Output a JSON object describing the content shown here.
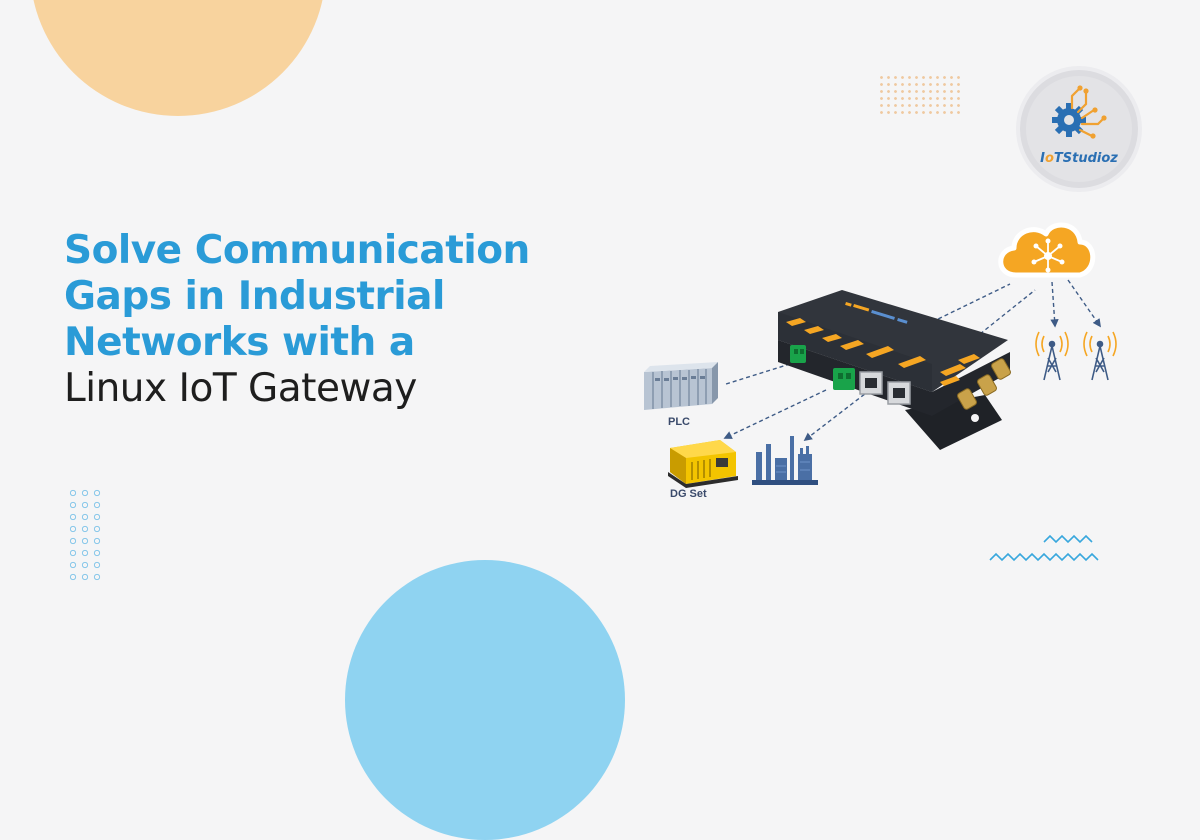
{
  "headline": {
    "line1": "Solve Communication",
    "line2": "Gaps in Industrial",
    "line3": "Networks with a",
    "line4": "Linux IoT Gateway"
  },
  "logo": {
    "brand_part1": "I",
    "brand_part2": "o",
    "brand_part3": "TStudioz"
  },
  "diagram": {
    "plc_label": "PLC",
    "dg_label": "DG Set"
  },
  "colors": {
    "accent_blue": "#2a9bd7",
    "accent_orange": "#f5a623",
    "blob_peach": "#f8d39e",
    "blob_blue": "#8fd3f1"
  }
}
